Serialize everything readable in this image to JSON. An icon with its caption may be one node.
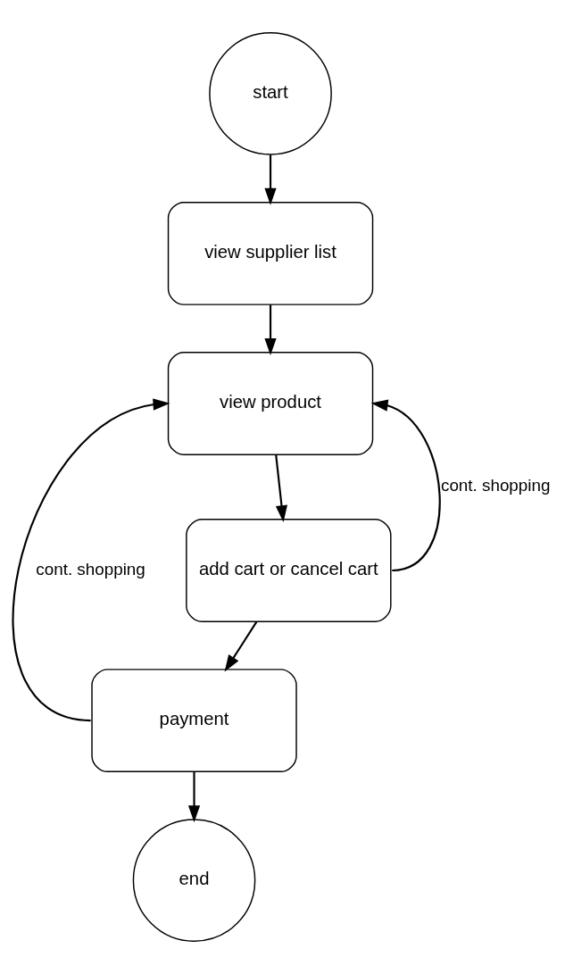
{
  "diagram": {
    "nodes": [
      {
        "text": [
          "start"
        ]
      },
      {
        "text": [
          "view supplier list"
        ]
      },
      {
        "text": [
          "view product"
        ]
      },
      {
        "text": [
          "add cart or cancel cart"
        ]
      },
      {
        "text": [
          "payment"
        ]
      },
      {
        "text": [
          "end"
        ]
      }
    ],
    "edges": [
      {
        "from": 0,
        "to": 1,
        "arrow": "to"
      },
      {
        "from": 1,
        "to": 2,
        "arrow": "to"
      },
      {
        "from": 2,
        "to": 3,
        "arrow": "to"
      },
      {
        "from": 3,
        "to": 2,
        "arrow": "to",
        "label": "cont. shopping"
      },
      {
        "from": 3,
        "to": 4,
        "arrow": "to"
      },
      {
        "from": 4,
        "to": 2,
        "arrow": "to",
        "label": "cont. shopping"
      },
      {
        "from": 4,
        "to": 5,
        "arrow": "to"
      }
    ]
  }
}
